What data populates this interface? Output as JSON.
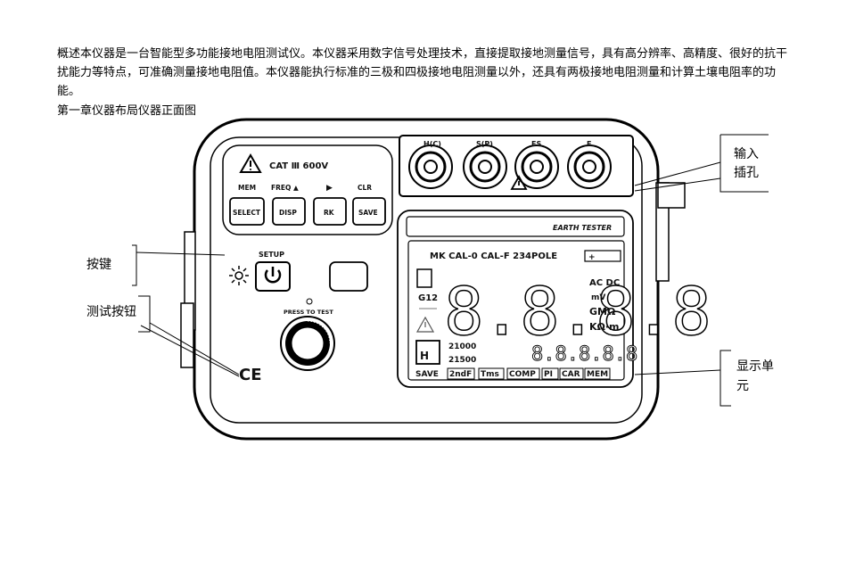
{
  "intro_paragraph": "概述本仪器是一台智能型多功能接地电阻测试仪。本仪器采用数字信号处理技术，直接提取接地测量信号，具有高分辨率、高精度、很好的抗干扰能力等特点，可准确测量接地电阻值。本仪器能执行标准的三极和四极接地电阻测量以外，还具有两极接地电阻测量和计算土壤电阻率的功能。",
  "chapter_heading": "第一章仪器布局仪器正面图",
  "device": {
    "cat_rating": "CAT Ⅲ 600V",
    "terminals": [
      "H(C)",
      "S(P)",
      "ES",
      "E"
    ],
    "key_top_labels": [
      "MEM",
      "FREQ ▲",
      "▶",
      "CLR"
    ],
    "keys": [
      "SELECT",
      "DISP",
      "RK",
      "SAVE"
    ],
    "setup_label": "SETUP",
    "power_symbol": "⏻",
    "press_to_test": "PRESS TO TEST",
    "ce_mark": "CE",
    "display_title": "EARTH TESTER",
    "lcd_top_row": "MK CAL-0 CAL-F 234POLE",
    "lcd_digits": "8.8.8.8",
    "lcd_units_right": [
      "AC DC",
      "mV",
      "GMΩ",
      "KΩ·m"
    ],
    "lcd_g12": "G12",
    "lcd_freq_values": [
      "21000",
      "21500"
    ],
    "lcd_small_digits": "8.8.8.8.8",
    "lcd_bottom_row": [
      "SAVE",
      "2ndF",
      "Tms",
      "COMP",
      "PI",
      "CAR",
      "MEM"
    ]
  },
  "callouts": {
    "input_jack": "输入插孔",
    "keys": "按键",
    "test_button": "测试按钮",
    "display_unit": "显示单元"
  }
}
